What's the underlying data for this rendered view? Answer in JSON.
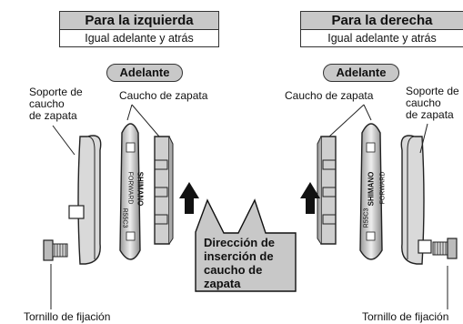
{
  "left": {
    "title": "Para la izquierda",
    "subtitle": "Igual adelante y atrás",
    "forward_badge": "Adelante",
    "holder_label": "Soporte de\ncaucho\nde zapata",
    "pad_label": "Caucho de zapata",
    "screw_label": "Tornillo de fijación"
  },
  "right": {
    "title": "Para la derecha",
    "subtitle": "Igual adelante y atrás",
    "forward_badge": "Adelante",
    "holder_label": "Soporte de\ncaucho\nde zapata",
    "pad_label": "Caucho de zapata",
    "screw_label": "Tornillo de fijación"
  },
  "center_callout": "Dirección de\ninserción de\ncaucho de\nzapata",
  "pad_markings": {
    "brand": "SHIMANO",
    "direction": "FORWARD",
    "model": "R55C3"
  }
}
